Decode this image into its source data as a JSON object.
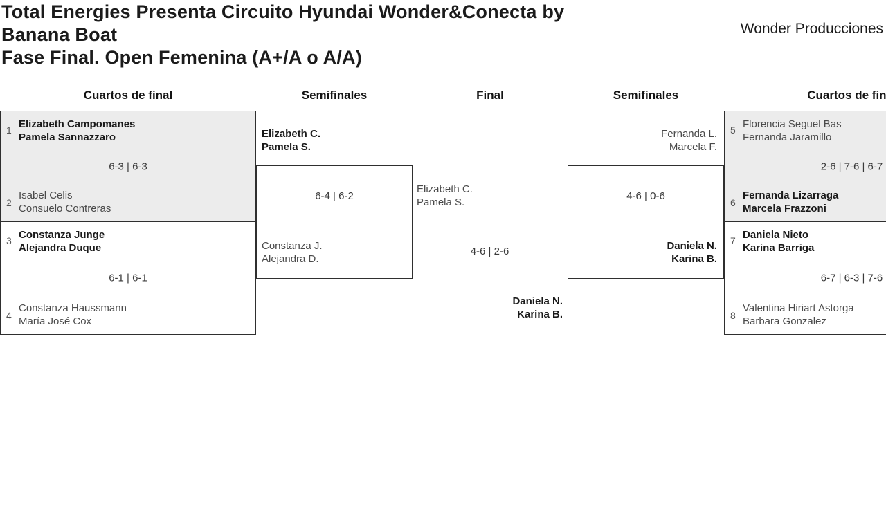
{
  "header": {
    "title_line1": "Total Energies Presenta Circuito Hyundai Wonder&Conecta by",
    "title_line2": "Banana Boat",
    "subtitle": "Fase Final. Open Femenina (A+/A o A/A)",
    "organizer": "Wonder Producciones"
  },
  "round_headers": [
    "Cuartos de final",
    "Semifinales",
    "Final",
    "Semifinales",
    "Cuartos de final"
  ],
  "colors": {
    "box_fill": "#ececec",
    "border": "#2f2f2f",
    "winner_text": "#1a1a1a",
    "loser_text": "#4a4a4a"
  },
  "matches": {
    "qf1": {
      "seed_top": "1",
      "top_name1": "Elizabeth Campomanes",
      "top_name2": "Pamela Sannazzaro",
      "score": "6-3 | 6-3",
      "seed_bottom": "2",
      "bottom_name1": "Isabel Celis",
      "bottom_name2": "Consuelo Contreras"
    },
    "qf2": {
      "seed_top": "3",
      "top_name1": "Constanza Junge",
      "top_name2": "Alejandra Duque",
      "score": "6-1 | 6-1",
      "seed_bottom": "4",
      "bottom_name1": "Constanza Haussmann",
      "bottom_name2": "María José Cox"
    },
    "sf1": {
      "top_name1": "Elizabeth C.",
      "top_name2": "Pamela S.",
      "score": "6-4 | 6-2",
      "bottom_name1": "Constanza J.",
      "bottom_name2": "Alejandra D."
    },
    "final": {
      "top_name1": "Elizabeth C.",
      "top_name2": "Pamela S.",
      "score": "4-6 | 2-6",
      "bottom_name1": "Daniela N.",
      "bottom_name2": "Karina B."
    },
    "sf2": {
      "top_name1": "Fernanda L.",
      "top_name2": "Marcela F.",
      "score": "4-6 | 0-6",
      "bottom_name1": "Daniela N.",
      "bottom_name2": "Karina B."
    },
    "qf3": {
      "seed_top": "5",
      "top_name1": "Florencia Seguel Bas",
      "top_name2": "Fernanda Jaramillo",
      "score": "2-6 | 7-6 | 6-7",
      "seed_bottom": "6",
      "bottom_name1": "Fernanda Lizarraga",
      "bottom_name2": "Marcela Frazzoni"
    },
    "qf4": {
      "seed_top": "7",
      "top_name1": "Daniela Nieto",
      "top_name2": "Karina Barriga",
      "score": "6-7 | 6-3 | 7-6",
      "seed_bottom": "8",
      "bottom_name1": "Valentina Hiriart Astorga",
      "bottom_name2": "Barbara Gonzalez"
    }
  }
}
